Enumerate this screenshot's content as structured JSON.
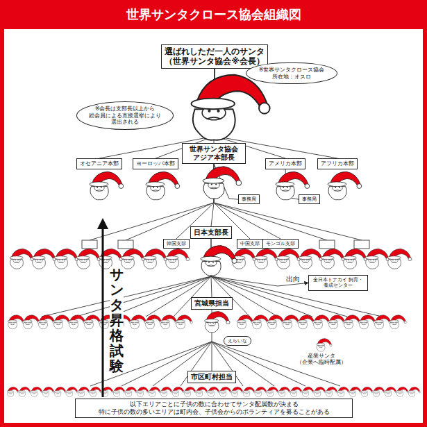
{
  "diagram": {
    "title": "世界サンタクロース協会組織図",
    "nodes": [
      {
        "text": [
          "選ばれしただ一人のサンタ",
          "（世界サンタ協会※会長）"
        ]
      },
      {
        "text": [
          "※世界サンタクロース協会 所在地：オスロ"
        ]
      },
      {
        "text": [
          "※会長は支部長以上から 総会員による直接選挙により 選出される"
        ]
      },
      {
        "text": [
          "世界サンタ協会 アジア本部長"
        ]
      },
      {
        "text": [
          "オセアニア本部"
        ]
      },
      {
        "text": [
          "ヨーロッパ本部"
        ]
      },
      {
        "text": [
          "アメリカ本部"
        ]
      },
      {
        "text": [
          "アフリカ本部"
        ]
      },
      {
        "text": [
          "事務局"
        ]
      },
      {
        "text": [
          "事務局"
        ]
      },
      {
        "text": [
          "日本支部長"
        ]
      },
      {
        "text": [
          "韓国支部"
        ]
      },
      {
        "text": [
          "中国支部"
        ]
      },
      {
        "text": [
          "モンゴル支部"
        ]
      },
      {
        "text": [
          "全日本トナカイ 飼育・養成センター"
        ]
      },
      {
        "text": [
          "宮城県担当"
        ]
      },
      {
        "text": [
          "えらいな"
        ]
      },
      {
        "text": [
          "市区町村担当"
        ]
      },
      {
        "text": [
          "以下エリアごとに子供の数に合わせてサンタ配属数が決まる 特に子供の数の多いエリアは町内会、子供会からのボランティアを募ることがある"
        ]
      }
    ],
    "edges": [
      {
        "from": 0,
        "to": 4,
        "arrow": "none"
      },
      {
        "from": 0,
        "to": 5,
        "arrow": "none"
      },
      {
        "from": 0,
        "to": 3,
        "arrow": "none"
      },
      {
        "from": 0,
        "to": 6,
        "arrow": "none"
      },
      {
        "from": 0,
        "to": 7,
        "arrow": "none"
      },
      {
        "from": 3,
        "to": 8,
        "arrow": "none"
      },
      {
        "from": 6,
        "to": 9,
        "arrow": "none"
      },
      {
        "from": 3,
        "to": 11,
        "arrow": "none"
      },
      {
        "from": 3,
        "to": 10,
        "arrow": "none"
      },
      {
        "from": 3,
        "to": 12,
        "arrow": "none"
      },
      {
        "from": 3,
        "to": 13,
        "arrow": "none"
      },
      {
        "from": 10,
        "to": 14,
        "label": "出向",
        "arrow": "to"
      },
      {
        "from": 10,
        "to": 15,
        "arrow": "none"
      },
      {
        "from": 15,
        "to": 17,
        "arrow": "none"
      }
    ],
    "labels": [
      "サンタ昇格試験",
      "産業サンタ （企業へ臨時配属）"
    ]
  }
}
